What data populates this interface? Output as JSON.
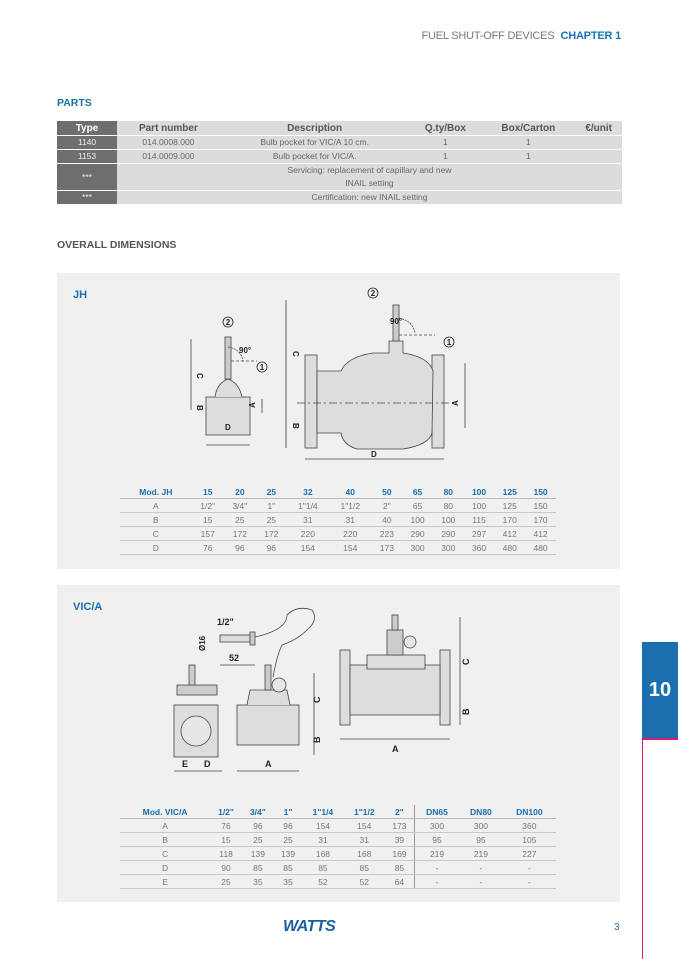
{
  "header": {
    "section": "FUEL SHUT-OFF DEVICES",
    "chapter": "CHAPTER 1"
  },
  "parts": {
    "heading": "PARTS",
    "columns": [
      "Type",
      "Part number",
      "Description",
      "Q.ty/Box",
      "Box/Carton",
      "€/unit"
    ],
    "rows": [
      {
        "type": "1140",
        "part": "014.0008.000",
        "desc": "Bulb pocket for VIC/A 10 cm.",
        "qty": "1",
        "box": "1",
        "price": ""
      },
      {
        "type": "1153",
        "part": "014.0009.000",
        "desc": "Bulb pocket for VIC/A.",
        "qty": "1",
        "box": "1",
        "price": ""
      },
      {
        "type": "***",
        "part": "",
        "desc": "Servicing: replacement of capillary and new INAIL setting",
        "qty": "",
        "box": "",
        "price": ""
      },
      {
        "type": "***",
        "part": "",
        "desc": "Certification: new INAIL setting",
        "qty": "",
        "box": "",
        "price": ""
      }
    ]
  },
  "overall": {
    "heading": "OVERALL DIMENSIONS"
  },
  "jh": {
    "title": "JH",
    "labels": {
      "n1": "1",
      "n2": "2",
      "angle": "90°",
      "A": "A",
      "B": "B",
      "C": "C",
      "D": "D"
    },
    "columns": [
      "Mod. JH",
      "15",
      "20",
      "25",
      "32",
      "40",
      "50",
      "65",
      "80",
      "100",
      "125",
      "150"
    ],
    "rows": [
      [
        "A",
        "1/2\"",
        "3/4\"",
        "1\"",
        "1\"1/4",
        "1\"1/2",
        "2\"",
        "65",
        "80",
        "100",
        "125",
        "150"
      ],
      [
        "B",
        "15",
        "25",
        "25",
        "31",
        "31",
        "40",
        "100",
        "100",
        "115",
        "170",
        "170"
      ],
      [
        "C",
        "157",
        "172",
        "172",
        "220",
        "220",
        "223",
        "290",
        "290",
        "297",
        "412",
        "412"
      ],
      [
        "D",
        "76",
        "96",
        "96",
        "154",
        "154",
        "173",
        "300",
        "300",
        "360",
        "480",
        "480"
      ]
    ]
  },
  "vica": {
    "title": "VIC/A",
    "labels": {
      "thread": "1/2\"",
      "diam": "Ø16",
      "len": "52",
      "A": "A",
      "B": "B",
      "C": "C",
      "D": "D",
      "E": "E"
    },
    "columns": [
      "Mod. VIC/A",
      "1/2\"",
      "3/4\"",
      "1\"",
      "1\"1/4",
      "1\"1/2",
      "2\"",
      "DN65",
      "DN80",
      "DN100"
    ],
    "rows": [
      [
        "A",
        "76",
        "96",
        "96",
        "154",
        "154",
        "173",
        "300",
        "300",
        "360"
      ],
      [
        "B",
        "15",
        "25",
        "25",
        "31",
        "31",
        "39",
        "95",
        "95",
        "105"
      ],
      [
        "C",
        "118",
        "139",
        "139",
        "168",
        "168",
        "169",
        "219",
        "219",
        "227"
      ],
      [
        "D",
        "90",
        "85",
        "85",
        "85",
        "85",
        "85",
        "-",
        "-",
        "-"
      ],
      [
        "E",
        "25",
        "35",
        "35",
        "52",
        "52",
        "64",
        "-",
        "-",
        "-"
      ]
    ]
  },
  "side_tab": "10",
  "footer": {
    "logo": "WATTS",
    "page": "3"
  }
}
